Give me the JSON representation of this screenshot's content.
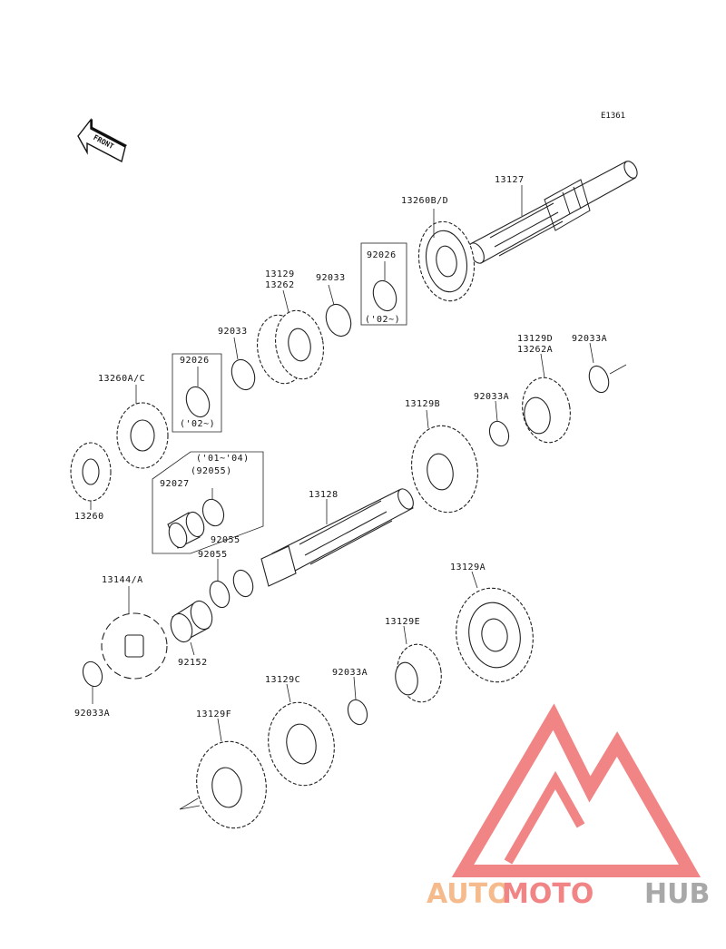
{
  "diagram": {
    "code": "E1361",
    "front_label": "FRONT",
    "labels": {
      "p13127": "13127",
      "p13260bd": "13260B/D",
      "p92026a": "92026",
      "p02a": "('02~)",
      "p92033a": "92033",
      "p13129_13262_l1": "13129",
      "p13129_13262_l2": "13262",
      "p92033b": "92033",
      "p92026b": "92026",
      "p02b": "('02~)",
      "p13260ac": "13260A/C",
      "p13260": "13260",
      "p13129d_l1": "13129D",
      "p13129d_l2": "13262A",
      "p92033A_1": "92033A",
      "p92033A_2": "92033A",
      "p13129b": "13129B",
      "p0104": "('01~'04)",
      "p92055paren": "(92055)",
      "p92027": "92027",
      "p13128": "13128",
      "p92055a": "92055",
      "p92055b": "92055",
      "p13144": "13144/A",
      "p92152": "92152",
      "p92033A_3": "92033A",
      "p13129a": "13129A",
      "p13129e": "13129E",
      "p92033A_4": "92033A",
      "p13129c": "13129C",
      "p13129f": "13129F"
    }
  },
  "watermark": {
    "part1": "AUTO",
    "part2": "MOTO",
    "part3": "HUB",
    "color_orange": "#f4b07a",
    "color_pink": "#ef6f6f",
    "color_gray": "#9a9a9a"
  }
}
